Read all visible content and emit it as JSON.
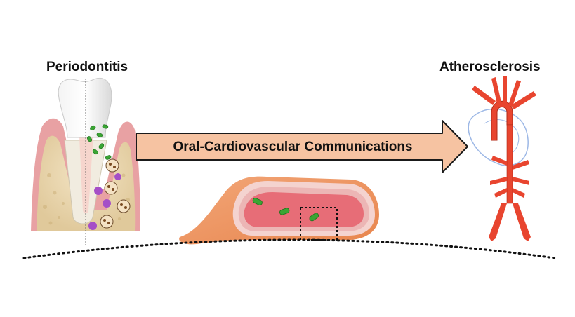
{
  "titles": {
    "left": "Periodontitis",
    "right": "Atherosclerosis"
  },
  "arrow": {
    "label": "Oral-Cardiovascular Communications"
  },
  "colors": {
    "arrow_fill": "#f6c3a2",
    "arrow_stroke": "#1a1a1a",
    "gum": "#e8a1a3",
    "artery": "#e8452f",
    "vessel_lumen": "#e76d77",
    "bacteria": "#3aa534",
    "immune_cell": "#a54fc7"
  }
}
